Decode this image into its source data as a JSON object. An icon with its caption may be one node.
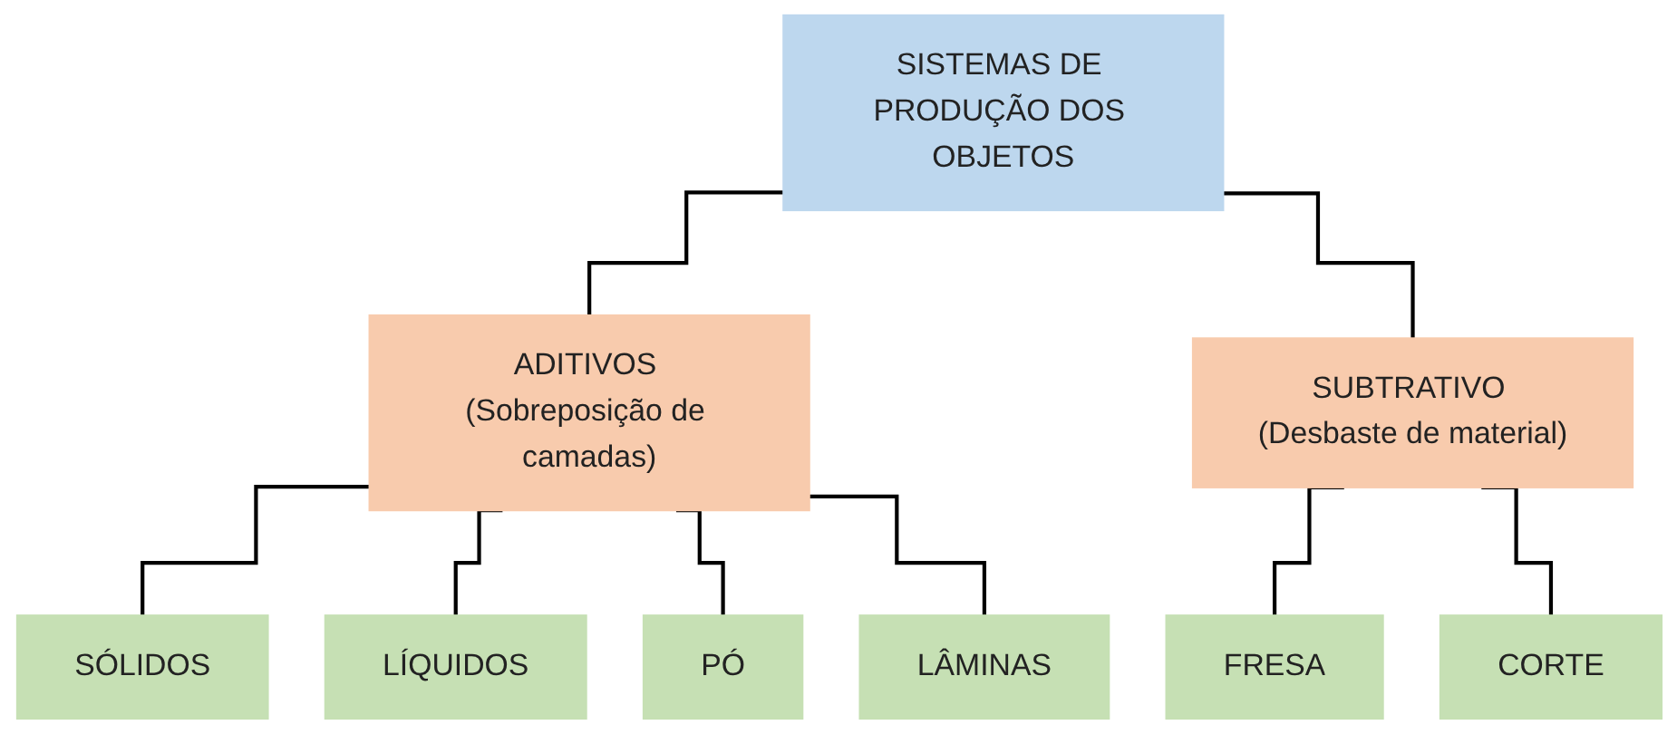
{
  "diagram": {
    "nodes": [
      {
        "text": [
          "SISTEMAS DE PRODUÇÃO DOS OBJETOS"
        ]
      },
      {
        "text": [
          "ADITIVOS (Sobreposição de camadas)"
        ]
      },
      {
        "text": [
          "SUBTRATIVO (Desbaste de material)"
        ]
      },
      {
        "text": [
          "SÓLIDOS"
        ]
      },
      {
        "text": [
          "LÍQUIDOS"
        ]
      },
      {
        "text": [
          "PÓ"
        ]
      },
      {
        "text": [
          "LÂMINAS"
        ]
      },
      {
        "text": [
          "FRESA"
        ]
      },
      {
        "text": [
          "CORTE"
        ]
      }
    ],
    "edges": [
      {
        "from": 0,
        "to": 1,
        "arrow": "none"
      },
      {
        "from": 0,
        "to": 2,
        "arrow": "none"
      },
      {
        "from": 1,
        "to": 3,
        "arrow": "none"
      },
      {
        "from": 1,
        "to": 4,
        "arrow": "none"
      },
      {
        "from": 1,
        "to": 5,
        "arrow": "none"
      },
      {
        "from": 1,
        "to": 6,
        "arrow": "none"
      },
      {
        "from": 2,
        "to": 7,
        "arrow": "none"
      },
      {
        "from": 2,
        "to": 8,
        "arrow": "none"
      }
    ]
  }
}
